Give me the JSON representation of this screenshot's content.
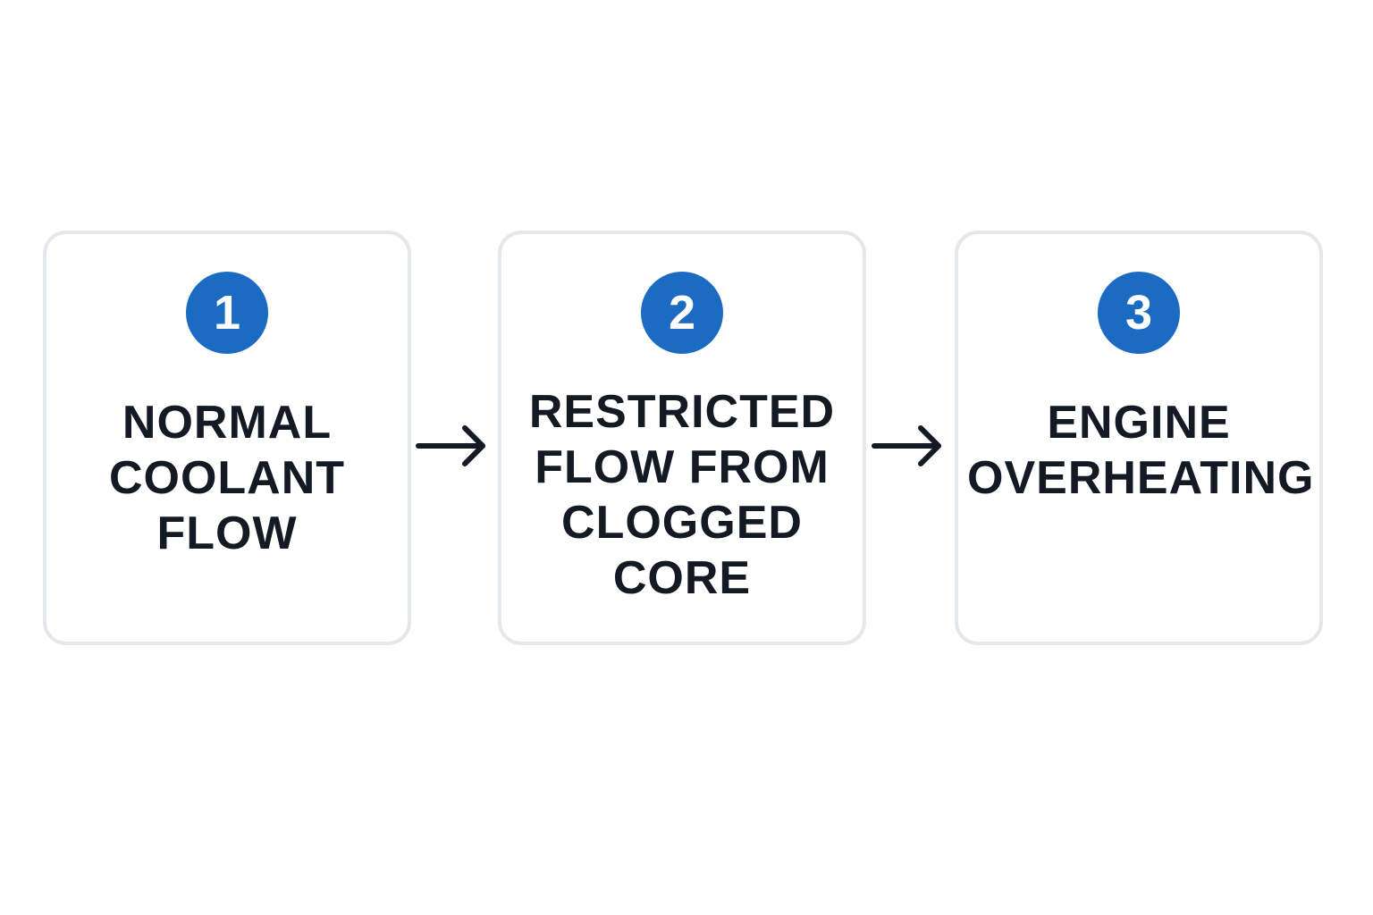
{
  "steps": [
    {
      "number": "1",
      "lines": [
        "NORMAL",
        "COOLANT",
        "FLOW"
      ]
    },
    {
      "number": "2",
      "lines": [
        "RESTRICTED",
        "FLOW FROM",
        "CLOGGED",
        "CORE"
      ]
    },
    {
      "number": "3",
      "lines": [
        "ENGINE",
        "OVERHEATING"
      ]
    }
  ],
  "colors": {
    "badge": "#1c6bc3",
    "text": "#131a24",
    "card_border": "#e4e8eb",
    "arrow": "#131a24"
  },
  "icons": {
    "connector": "arrow-right-icon"
  }
}
